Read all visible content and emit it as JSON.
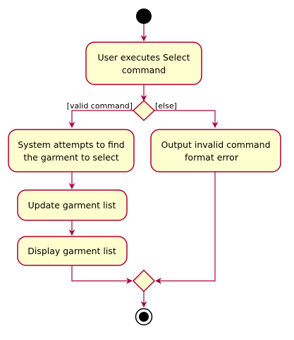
{
  "colors": {
    "activity_fill": "#FEFECE",
    "line": "#A80036",
    "node_fill": "#000000",
    "background": "#FFFFFF"
  },
  "activities": {
    "execute_select": [
      "User executes Select",
      "command"
    ],
    "attempt_find": [
      "System attempts to find",
      "the garment to select"
    ],
    "update_list": [
      "Update garment list"
    ],
    "display_list": [
      "Display garment list"
    ],
    "invalid_output": [
      "Output invalid command",
      "format error"
    ]
  },
  "guards": {
    "valid": "[valid command]",
    "else": "[else]"
  }
}
